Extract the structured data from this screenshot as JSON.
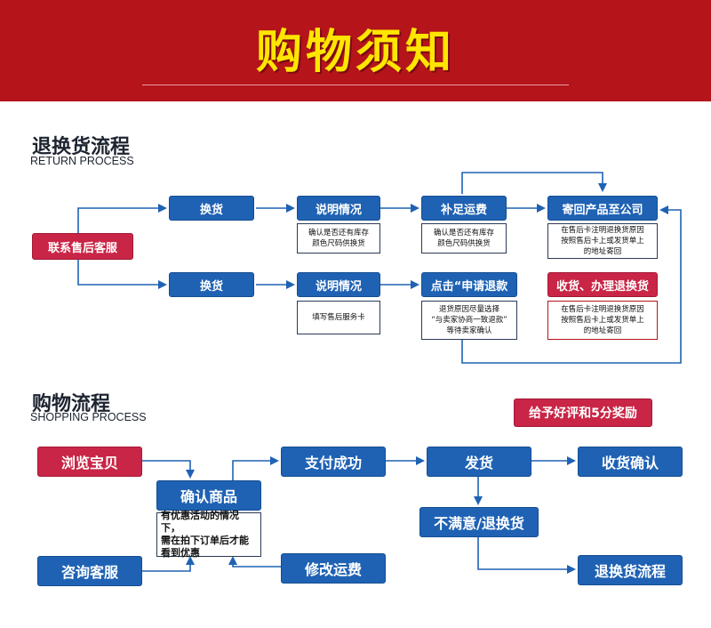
{
  "banner": {
    "title": "购物须知"
  },
  "return_section": {
    "title": "退换货流程",
    "subtitle": "RETURN PROCESS",
    "start": "联系售后客服",
    "row1": {
      "step1": "换货",
      "step2": "说明情况",
      "step3": "补足运费",
      "step4": "寄回产品至公司"
    },
    "row2": {
      "step1": "换货",
      "step2": "说明情况",
      "step3": "点击“申请退款",
      "step4": "收货、办理退换货"
    },
    "notes": {
      "r1_step2": "确认是否还有库存\n颜色尺码供换货",
      "r1_step3": "确认是否还有库存\n颜色尺码供换货",
      "r1_step4": "在售后卡注明退换货原因\n按照售后卡上或发货单上\n的地址寄回",
      "r2_step2": "填写售后服务卡",
      "r2_step3": "退货原因尽量选择\n“与卖家协商一致退款”\n等待卖家确认",
      "r2_step4": "在售后卡注明退换货原因\n按照售后卡上或发货单上\n的地址寄回"
    }
  },
  "shopping_section": {
    "title": "购物流程",
    "subtitle": "SHOPPING PROCESS",
    "reward": "给予好评和5分奖励",
    "browse": "浏览宝贝",
    "consult": "咨询客服",
    "confirm_item": "确认商品",
    "confirm_note": "有优惠活动的情况下，\n需在拍下订单后才能\n看到优惠",
    "pay_success": "支付成功",
    "modify_shipping": "修改运费",
    "ship": "发货",
    "confirm_receipt": "收货确认",
    "dissatisfied": "不满意/退换货",
    "return_process": "退换货流程"
  },
  "colors": {
    "banner_red": "#b5141b",
    "title_yellow": "#ffe600",
    "box_blue": "#1f62b4",
    "box_red": "#c92546"
  }
}
